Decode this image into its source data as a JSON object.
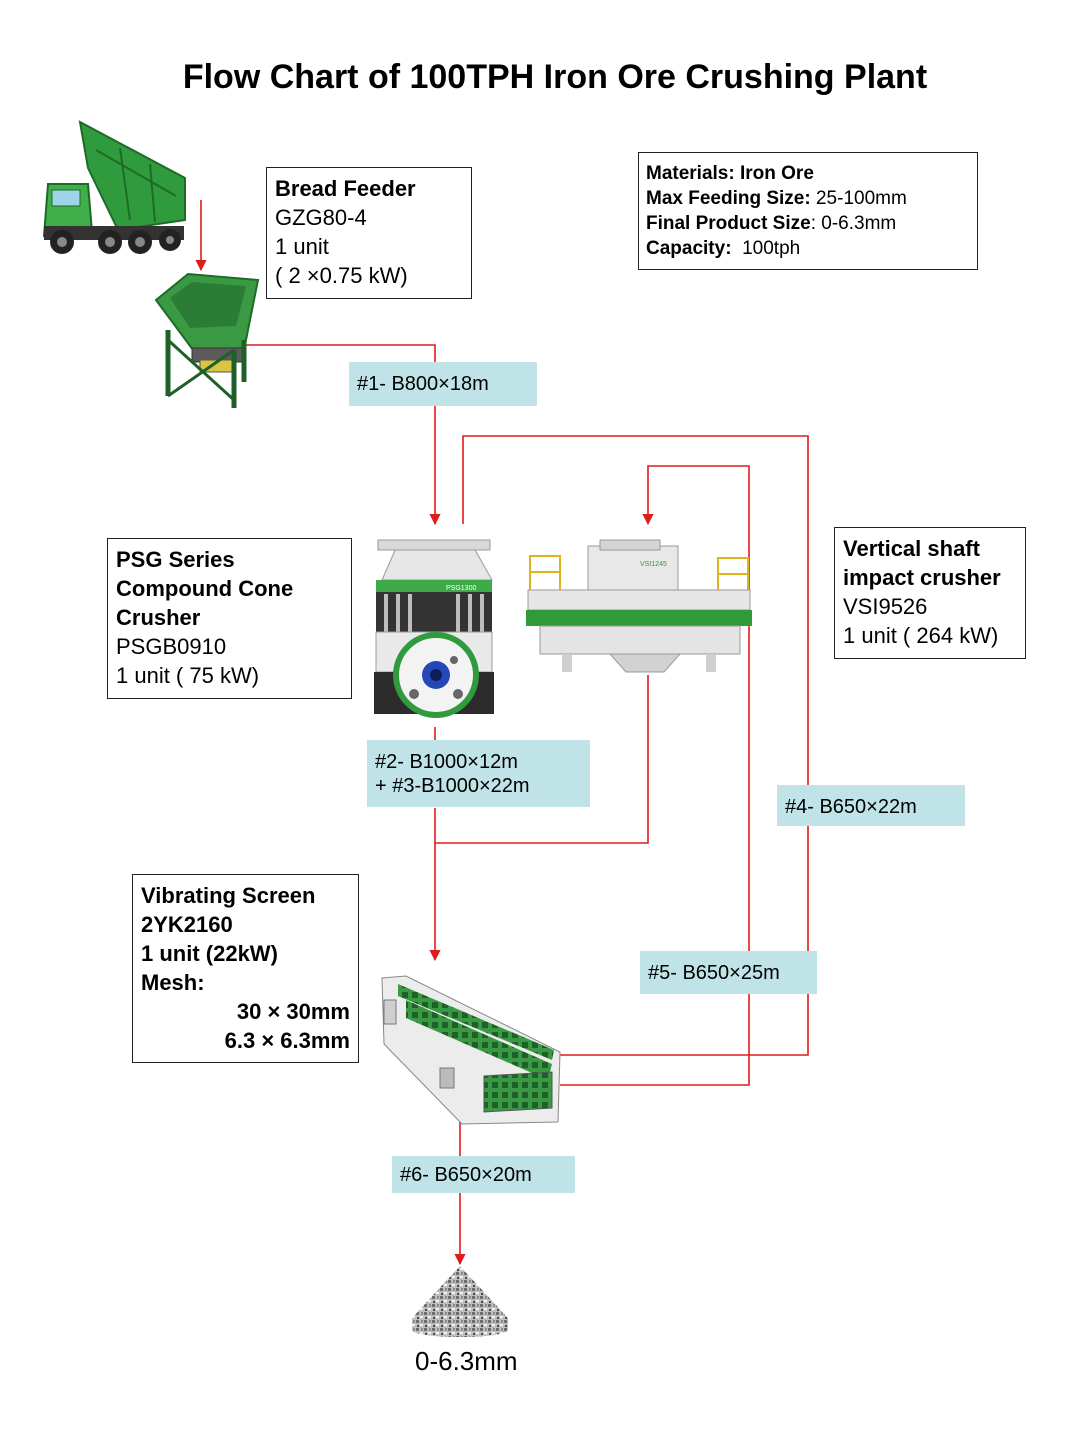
{
  "title": "Flow Chart of 100TPH Iron Ore Crushing Plant",
  "materials": {
    "line1_label": "Materials: Iron Ore",
    "line2_label": "Max Feeding Size:",
    "line2_value": " 25-100mm",
    "line3_label": "Final Product Size",
    "line3_value": ": 0-6.3mm",
    "line4_label": "Capacity:",
    "line4_value": "  100tph"
  },
  "feeder": {
    "name": "Bread Feeder",
    "model": "GZG80-4",
    "qty": "1 unit",
    "power": "( 2 ×0.75 kW)"
  },
  "cone": {
    "name1": "PSG Series",
    "name2": "Compound Cone",
    "name3": "Crusher",
    "model": "PSGB0910",
    "qty": "1 unit ( 75 kW)",
    "plate": "PSG1300"
  },
  "vsi": {
    "name1": "Vertical shaft",
    "name2": "impact crusher",
    "model": "VSI9526",
    "qty": "1 unit ( 264 kW)",
    "plate": "VSI1245"
  },
  "screen": {
    "name": "Vibrating Screen",
    "model": "2YK2160",
    "qty": "1 unit (22kW)",
    "mesh_label": "Mesh:",
    "mesh1": "30 × 30mm",
    "mesh2": "6.3 × 6.3mm"
  },
  "belts": {
    "b1": "#1- B800×18m",
    "b2a": "#2- B1000×12m",
    "b2b": "+ #3-B1000×22m",
    "b4": "#4- B650×22m",
    "b5": "#5- B650×25m",
    "b6": "#6- B650×20m"
  },
  "product": "0-6.3mm",
  "colors": {
    "flow_line": "#e01b1b",
    "belt_label_bg": "#bfe3e6",
    "machine_green": "#2f9b3c"
  },
  "icons": [
    "dump-truck-icon",
    "hopper-feeder-icon",
    "cone-crusher-icon",
    "vsi-crusher-icon",
    "vibrating-screen-icon",
    "product-pile-icon"
  ]
}
